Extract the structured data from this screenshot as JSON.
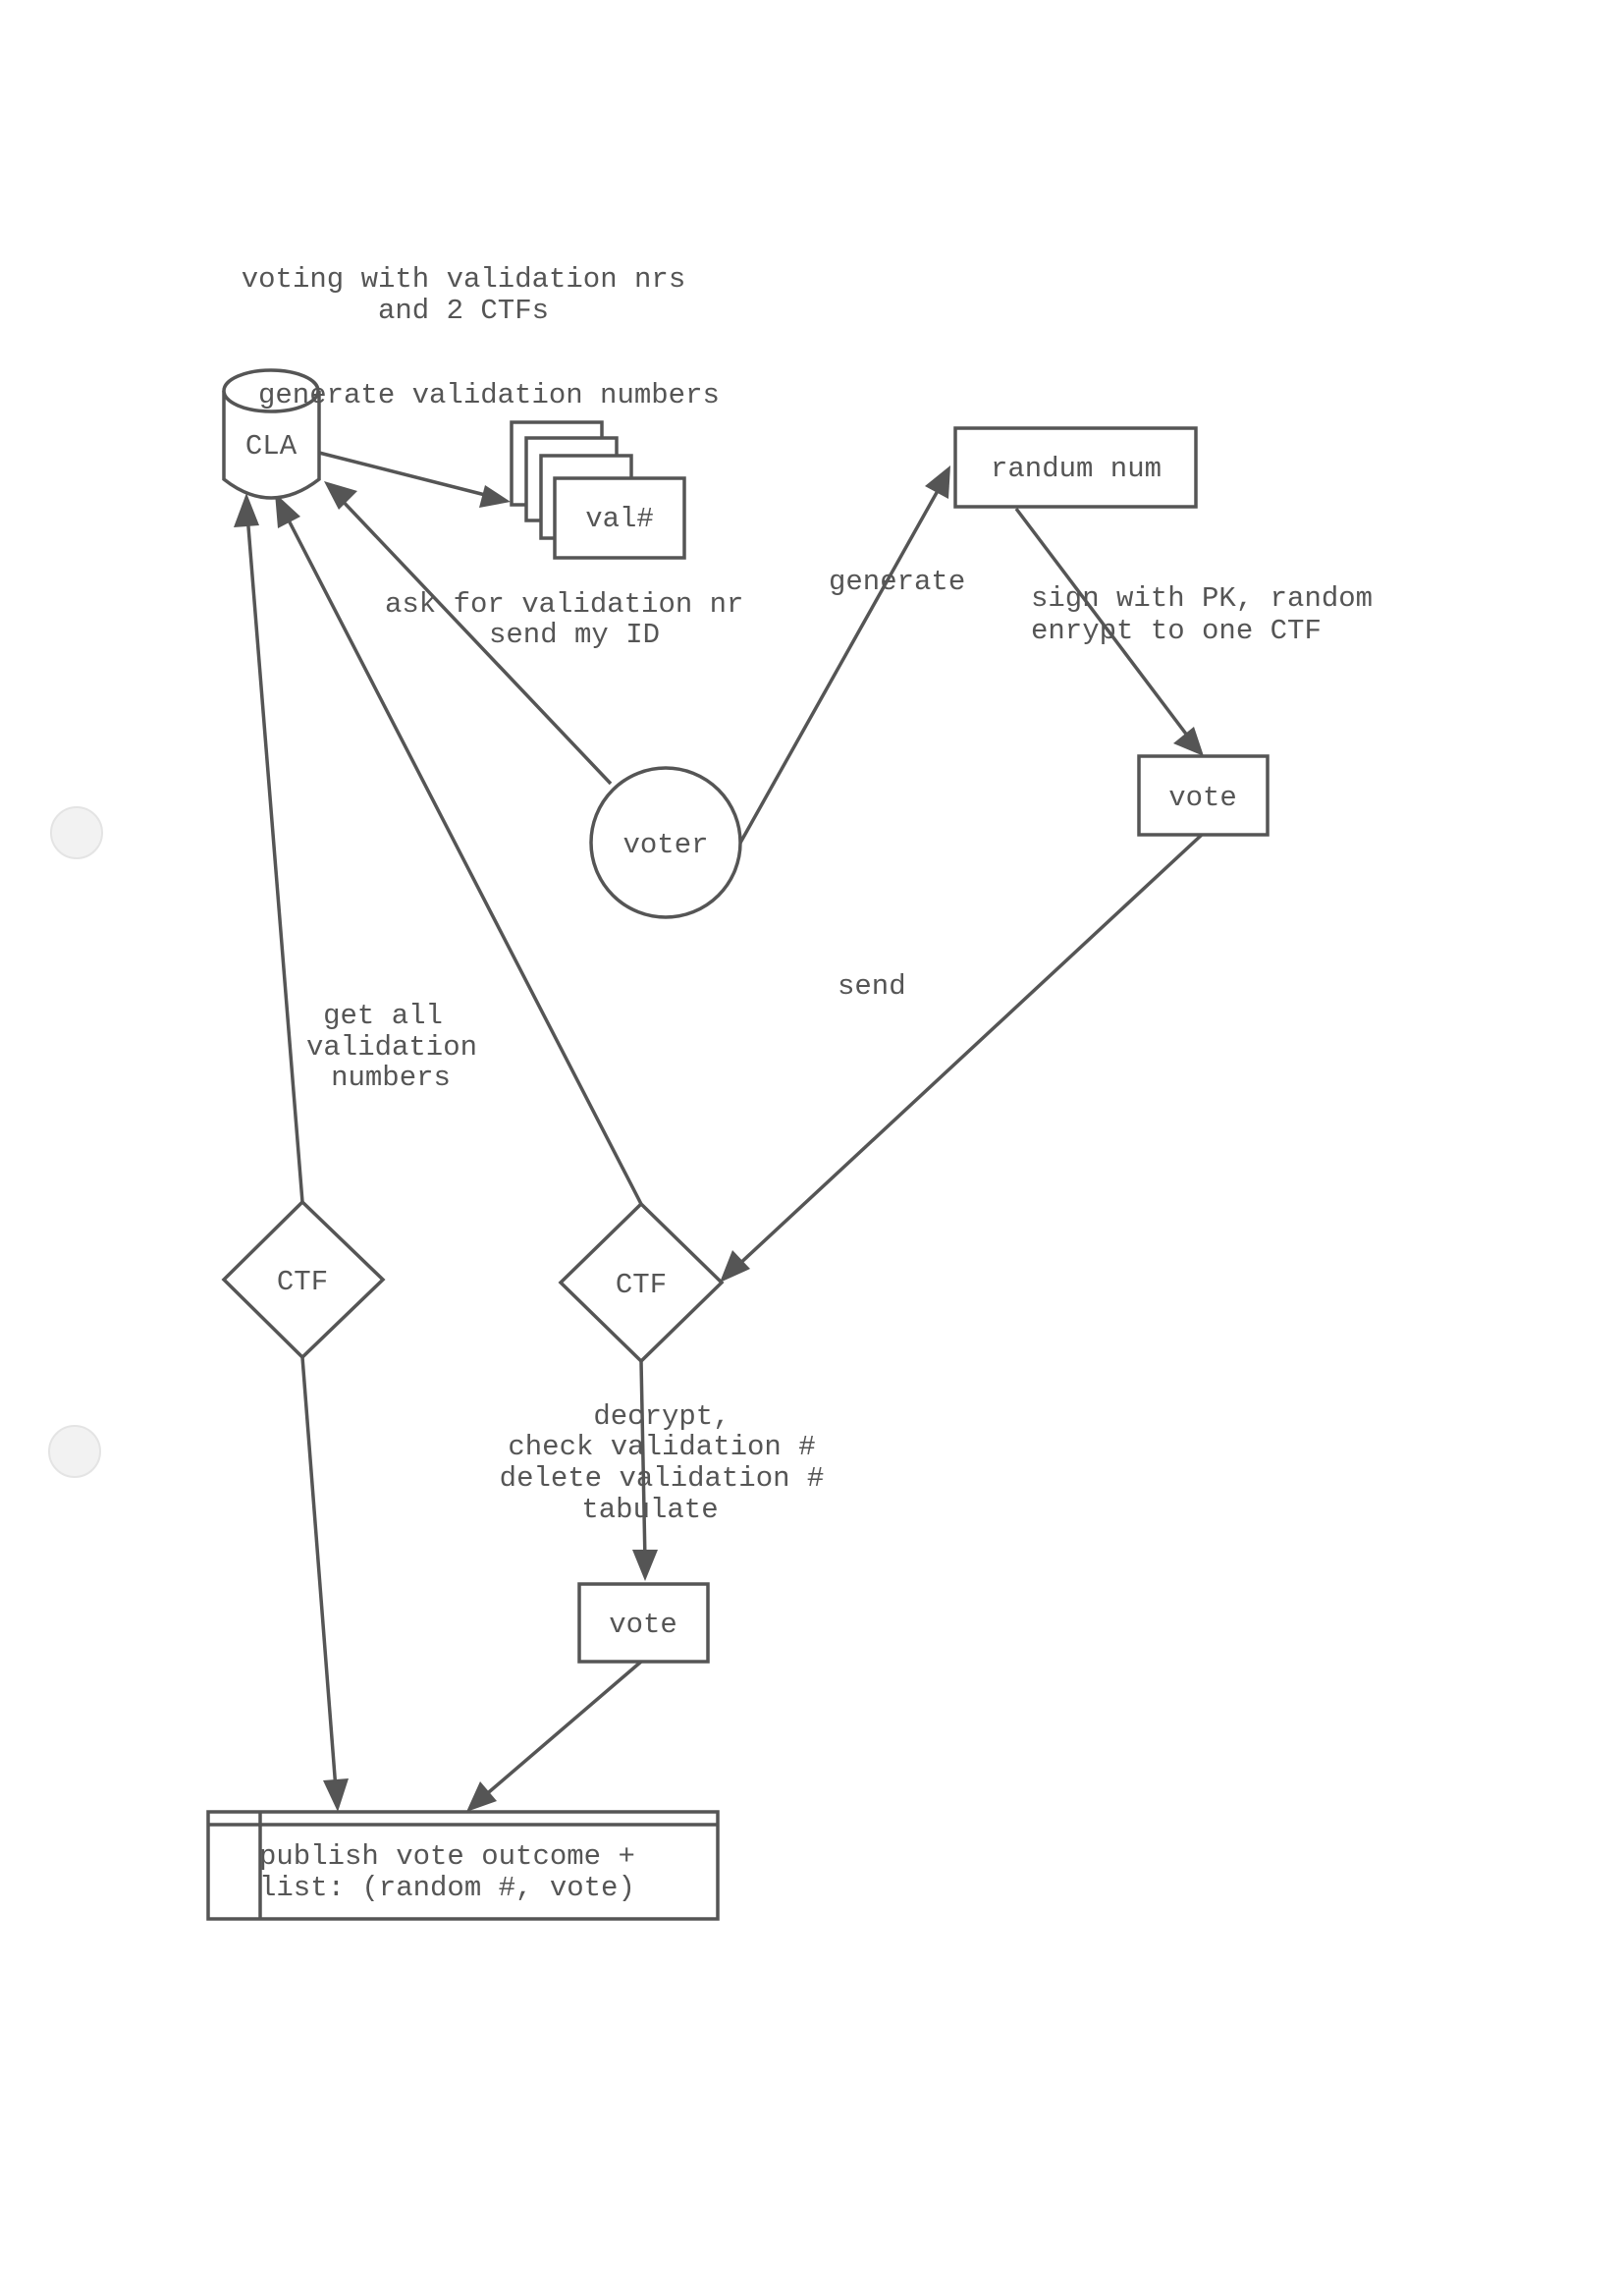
{
  "title": {
    "line1": "voting with validation nrs",
    "line2": "and 2 CTFs"
  },
  "nodes": {
    "cla": "CLA",
    "validation_stack": "val#",
    "random_num": "randum num",
    "voter": "voter",
    "vote_signed": "vote",
    "ctf_left": "CTF",
    "ctf_right": "CTF",
    "vote_tabulated": "vote",
    "publish": {
      "line1": "publish vote outcome +",
      "line2": "list: (random #, vote)"
    }
  },
  "edge_labels": {
    "generate_validation": "generate validation numbers",
    "ask_validation": {
      "line1": "ask for validation nr",
      "line2": "send my ID"
    },
    "generate_random": "generate",
    "sign_encrypt": {
      "line1": "sign with PK, random",
      "line2": "enrypt to one CTF"
    },
    "send": "send",
    "get_all": {
      "line1": "get all",
      "line2": "validation",
      "line3": "numbers"
    },
    "ctf_process": {
      "line1": "decrypt,",
      "line2": "check validation #",
      "line3": "delete validation #",
      "line4": "tabulate"
    }
  }
}
